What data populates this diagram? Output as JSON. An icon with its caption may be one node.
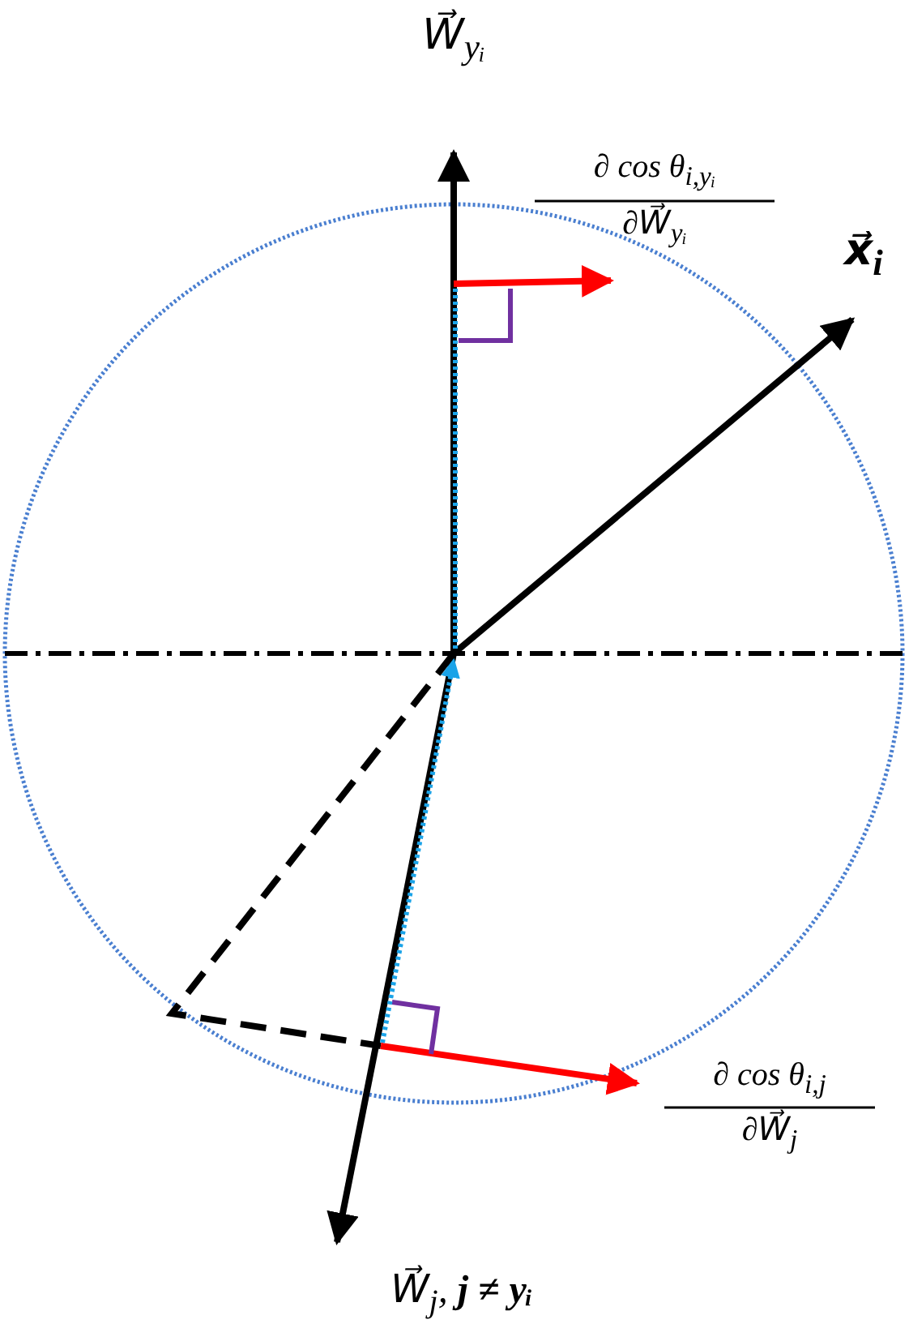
{
  "diagram": {
    "labels": [
      "W⃗$_{yᵢ}$",
      "∂ cos θ$_{i,yᵢ}$",
      "∂W⃗$_{yᵢ}$",
      "x⃗$_{i}$",
      "∂ cos θ$_{i,j}$",
      "∂W⃗$_{j}$",
      "W⃗$_{j}$, **j ≠ yᵢ**"
    ]
  }
}
